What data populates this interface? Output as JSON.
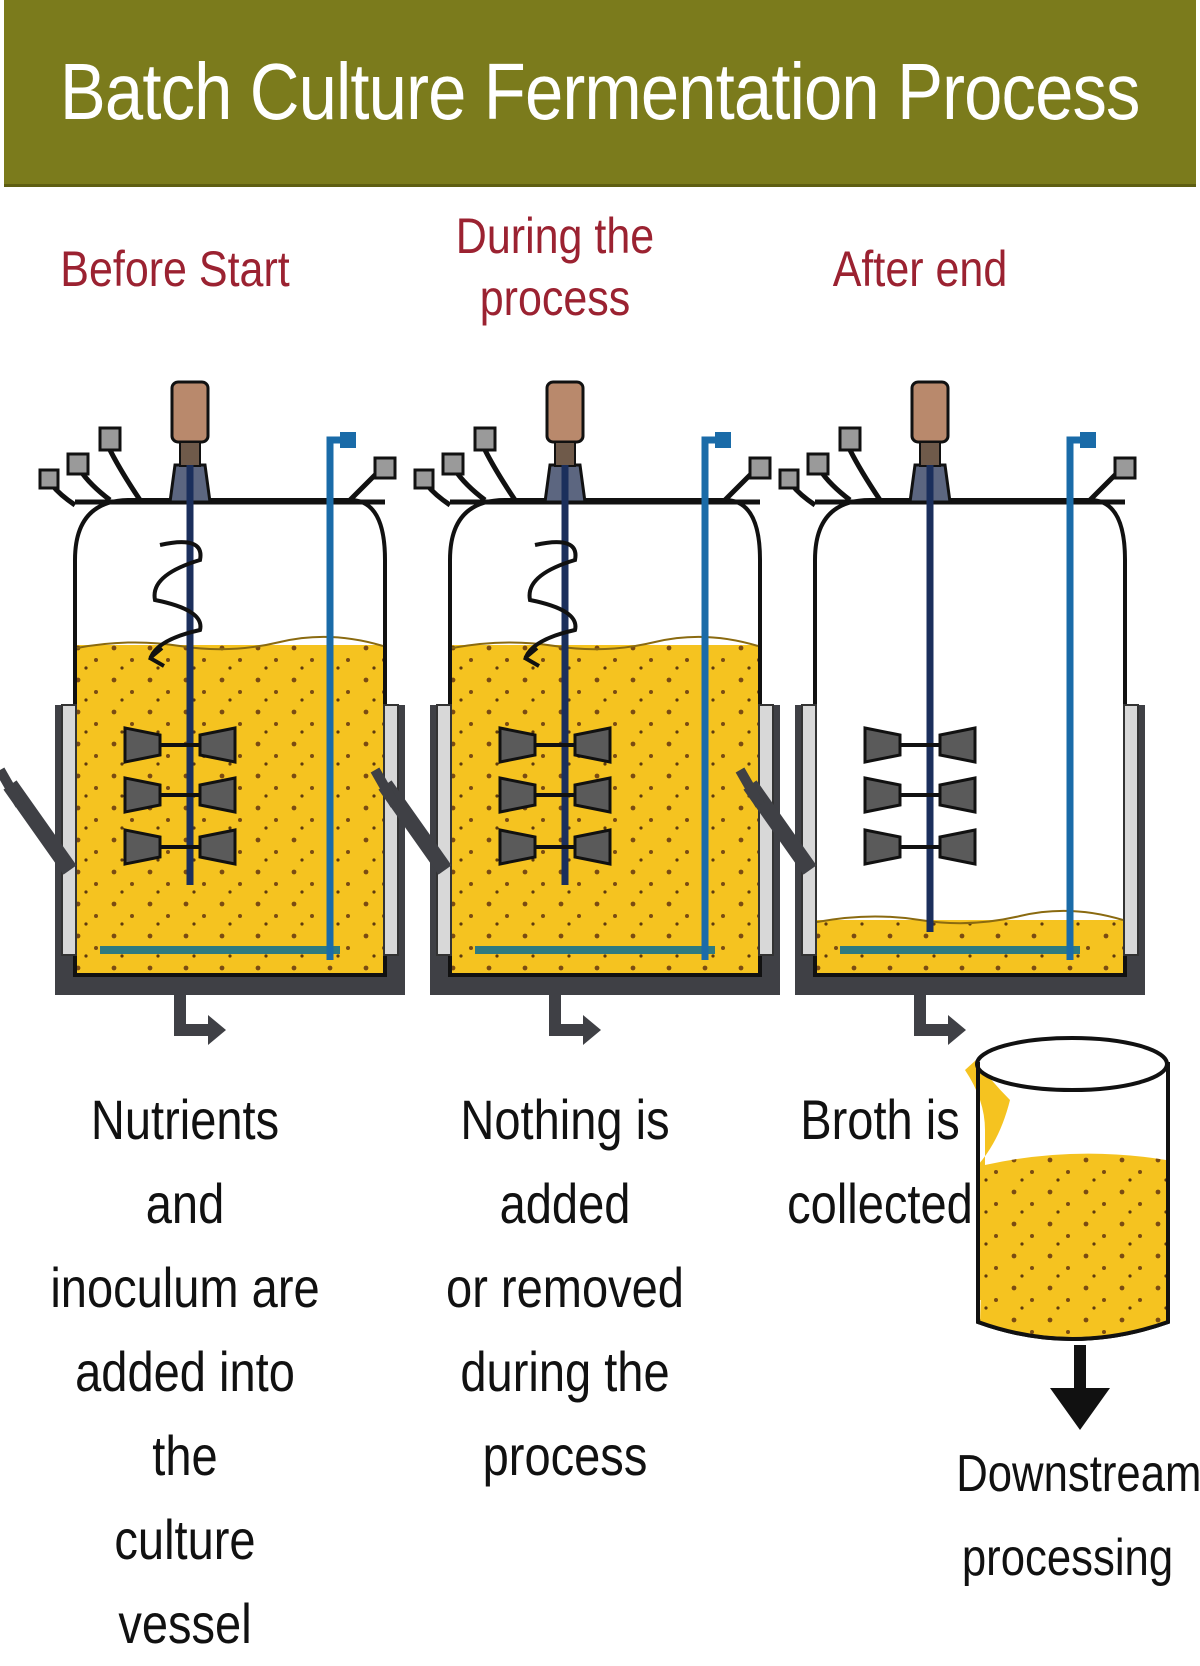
{
  "title": "Batch Culture Fermentation Process",
  "stages": [
    {
      "title": "Before Start",
      "caption": "Nutrients and\ninoculum are\nadded into the\nculture vessel"
    },
    {
      "title": "During the\nprocess",
      "caption": "Nothing is added\nor removed\nduring the\nprocess"
    },
    {
      "title": "After end",
      "caption": "Broth is\ncollected"
    }
  ],
  "downstream_label": "Downstream\nprocessing",
  "colors": {
    "banner": "#7b7b1c",
    "stage_title": "#9b2231",
    "broth": "#f5c320",
    "shaft": "#1b2f5c",
    "air_line": "#1a6ba8",
    "sparger": "#2e7a80",
    "jacket": "#3f4045",
    "motor": "#b9896c"
  }
}
